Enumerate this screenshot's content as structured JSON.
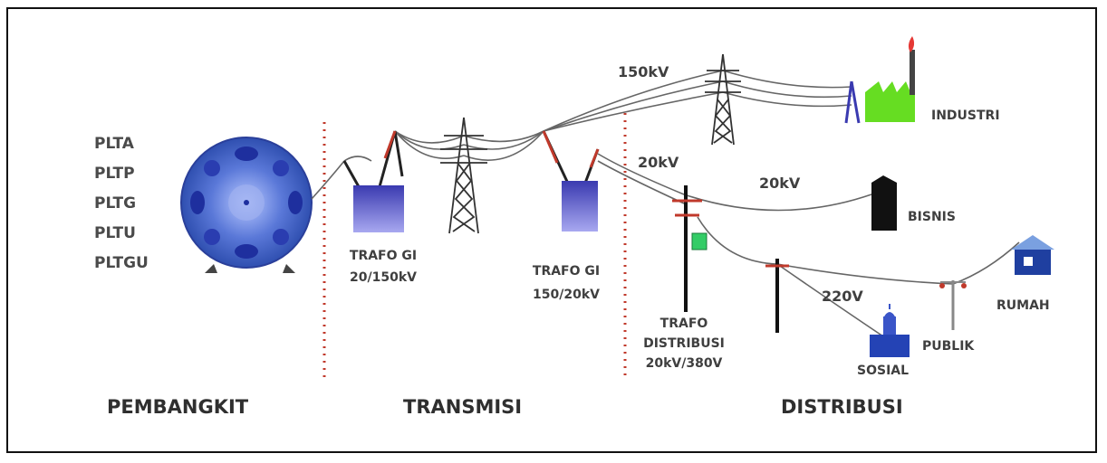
{
  "generators": [
    "PLTA",
    "PLTP",
    "PLTG",
    "PLTU",
    "PLTGU"
  ],
  "sections": {
    "pembangkit": "PEMBANGKIT",
    "transmisi": "TRANSMISI",
    "distribusi": "DISTRIBUSI"
  },
  "transformers": {
    "gi_step_up_line1": "TRAFO GI",
    "gi_step_up_line2": "20/150kV",
    "gi_step_down_line1": "TRAFO GI",
    "gi_step_down_line2": "150/20kV",
    "distribution_line1": "TRAFO",
    "distribution_line2": "DISTRIBUSI",
    "distribution_line3": "20kV/380V"
  },
  "voltages": {
    "v150": "150kV",
    "v20_a": "20kV",
    "v20_b": "20kV",
    "v220": "220V"
  },
  "consumers": {
    "industri": "INDUSTRI",
    "bisnis": "BISNIS",
    "rumah": "RUMAH",
    "publik": "PUBLIK",
    "sosial": "SOSIAL"
  },
  "colors": {
    "generator": "#3f5fc8",
    "transformer": "#6a6ad8",
    "divider": "#c0392b",
    "industri_building": "#66dd22",
    "bisnis_building": "#111111",
    "rumah_building": "#1f3fa0",
    "sosial_building": "#2443b5"
  }
}
